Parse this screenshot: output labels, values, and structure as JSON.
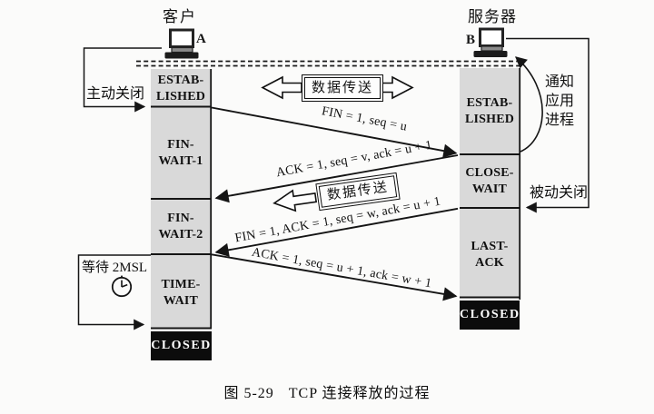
{
  "figure_caption": {
    "number": "图 5-29",
    "title": "TCP 连接释放的过程"
  },
  "client": {
    "host_label": "客户",
    "host_letter": "A",
    "active_close_label": "主动关闭",
    "wait_2msl_label": "等待 2MSL",
    "states": [
      {
        "lines": [
          "ESTAB-",
          "LISHED"
        ]
      },
      {
        "lines": [
          "FIN-",
          "WAIT-1"
        ]
      },
      {
        "lines": [
          "FIN-",
          "WAIT-2"
        ]
      },
      {
        "lines": [
          "TIME-",
          "WAIT"
        ]
      },
      {
        "lines": [
          "CLOSED"
        ]
      }
    ]
  },
  "server": {
    "host_label": "服务器",
    "host_letter": "B",
    "passive_close_label": "被动关闭",
    "notify_lines": [
      "通知",
      "应用",
      "进程"
    ],
    "states": [
      {
        "lines": [
          "ESTAB-",
          "LISHED"
        ]
      },
      {
        "lines": [
          "CLOSE-",
          "WAIT"
        ]
      },
      {
        "lines": [
          "LAST-",
          "ACK"
        ]
      },
      {
        "lines": [
          "CLOSED"
        ]
      }
    ]
  },
  "messages": [
    {
      "label": "FIN = 1, seq = u",
      "from": "client",
      "to": "server"
    },
    {
      "label": "ACK = 1, seq = v, ack = u + 1",
      "from": "server",
      "to": "client"
    },
    {
      "label": "FIN = 1, ACK = 1, seq = w, ack = u + 1",
      "from": "server",
      "to": "client"
    },
    {
      "label": "ACK = 1, seq = u + 1, ack = w + 1",
      "from": "client",
      "to": "server"
    }
  ],
  "data_transfer": {
    "top_label": "数据传送",
    "middle_label": "数据传送"
  },
  "icons": {
    "client_host": "desktop-computer-icon",
    "server_host": "desktop-computer-icon",
    "timer": "clock-icon"
  },
  "colors": {
    "ink": "#151515",
    "state_strip": "#d9d9d9",
    "closed_bg": "#0c0c0c",
    "closed_text": "#ffffff",
    "page_bg": "#fbfbfa"
  }
}
